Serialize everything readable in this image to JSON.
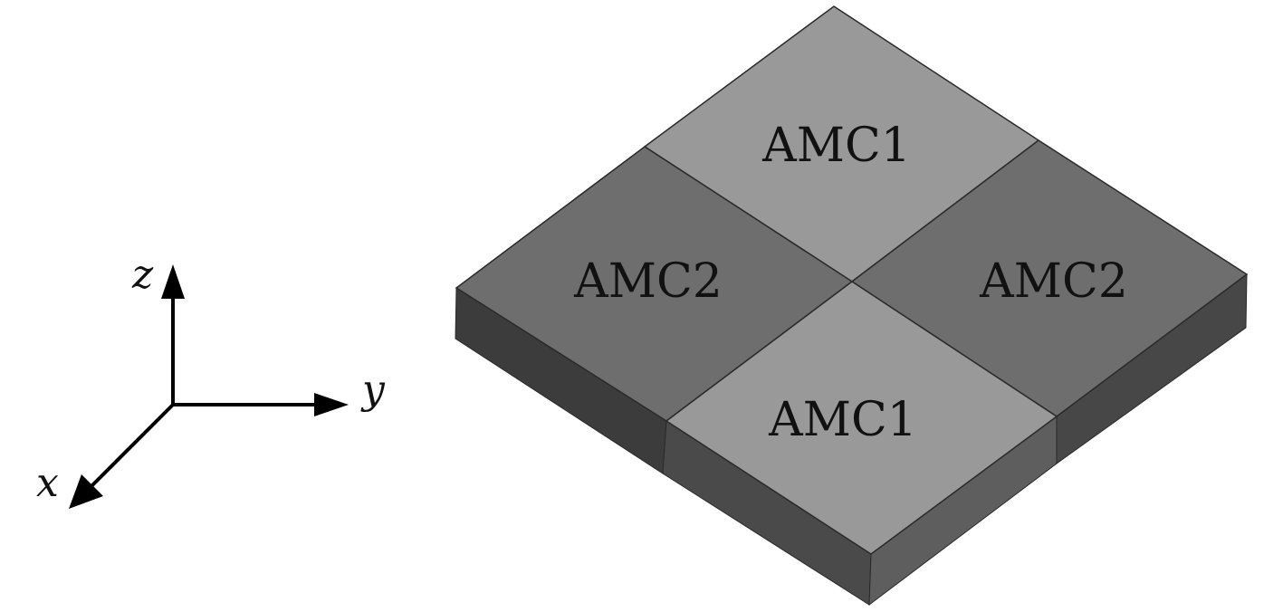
{
  "axes": {
    "x_label": "x",
    "y_label": "y",
    "z_label": "z"
  },
  "tiles": {
    "top": "AMC1",
    "left": "AMC2",
    "right": "AMC2",
    "bottom": "AMC1"
  },
  "colors": {
    "amc1_top": "#999999",
    "amc2_top": "#6e6e6e",
    "side_left_dark": "#3c3c3c",
    "side_left_mid": "#4a4a4a",
    "side_right_mid": "#5e5e5e",
    "side_right_dark": "#474747",
    "edge": "#2a2a2a",
    "axis": "#000000"
  }
}
